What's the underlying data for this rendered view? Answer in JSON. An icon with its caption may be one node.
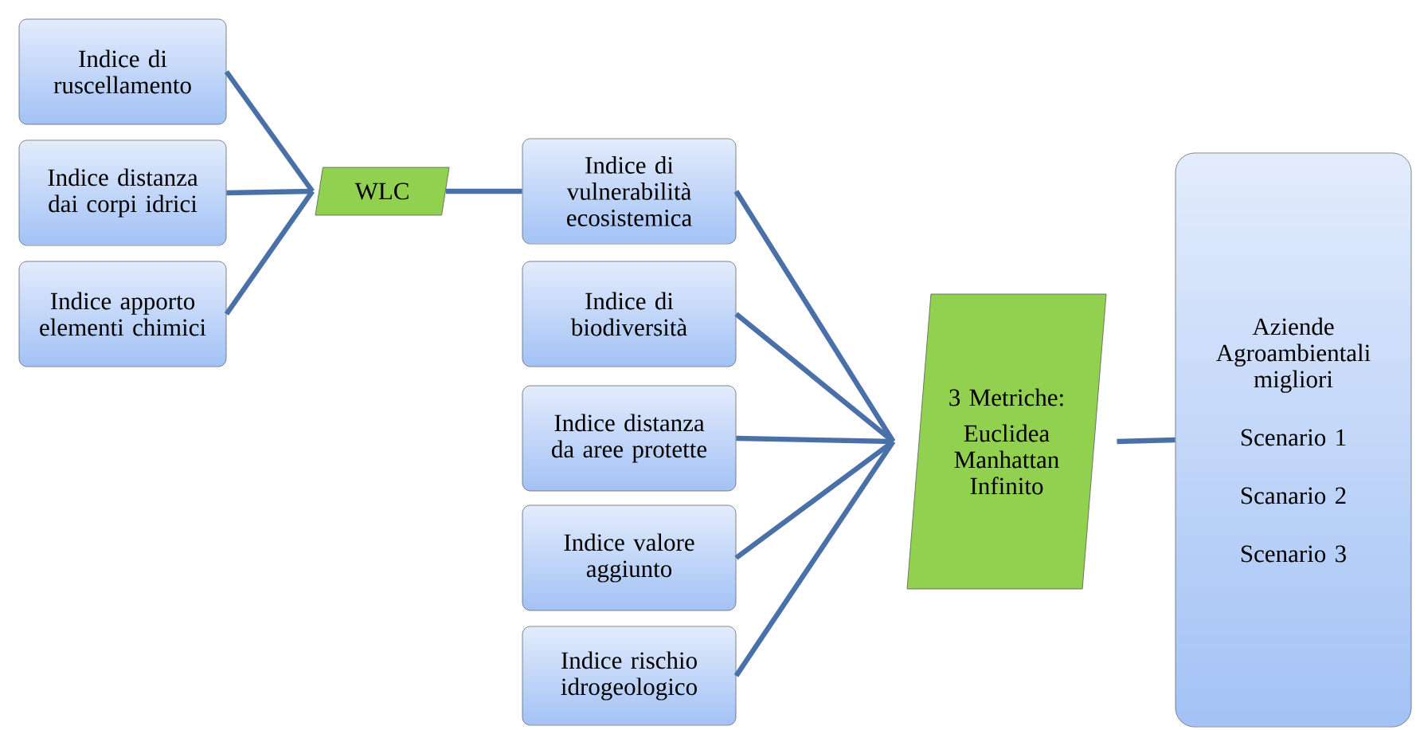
{
  "diagram": {
    "nodes": [
      {
        "text": [
          "Indice di ruscellamento"
        ]
      },
      {
        "text": [
          "Indice distanza dai corpi idrici"
        ]
      },
      {
        "text": [
          "Indice apporto elementi chimici"
        ]
      },
      {
        "text": [
          "WLC"
        ]
      },
      {
        "text": [
          "Indice di vulnerabilità ecosistemica"
        ]
      },
      {
        "text": [
          "Indice di biodiversità"
        ]
      },
      {
        "text": [
          "Indice distanza da aree protette"
        ]
      },
      {
        "text": [
          "Indice valore aggiunto"
        ]
      },
      {
        "text": [
          "Indice rischio idrogeologico"
        ]
      },
      {
        "text": [
          "3 Metriche:",
          "Euclidea Manhattan Infinito"
        ]
      },
      {
        "text": [
          "Aziende Agroambientali migliori",
          "Scenario 1",
          "Scanario 2",
          "Scenario 3"
        ]
      }
    ],
    "edges": [
      {
        "from": 0,
        "to": 3,
        "arrow": "none"
      },
      {
        "from": 1,
        "to": 3,
        "arrow": "none"
      },
      {
        "from": 2,
        "to": 3,
        "arrow": "none"
      },
      {
        "from": 3,
        "to": 4,
        "arrow": "none"
      },
      {
        "from": 4,
        "to": 9,
        "arrow": "none"
      },
      {
        "from": 5,
        "to": 9,
        "arrow": "none"
      },
      {
        "from": 6,
        "to": 9,
        "arrow": "none"
      },
      {
        "from": 7,
        "to": 9,
        "arrow": "none"
      },
      {
        "from": 8,
        "to": 9,
        "arrow": "none"
      },
      {
        "from": 9,
        "to": 10,
        "arrow": "none"
      }
    ]
  }
}
